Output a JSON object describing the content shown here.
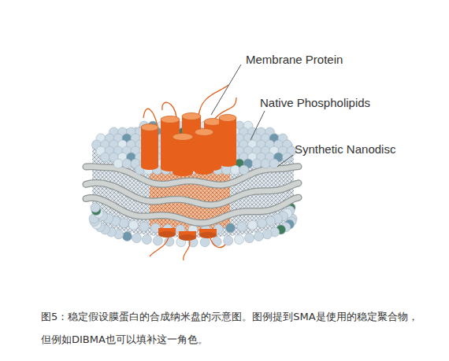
{
  "diagram": {
    "caption": "图5：稳定假设膜蛋白的合成纳米盘的示意图。图例提到SMA是使用的稳定聚合物，但例如DIBMA也可以填补这一角色。",
    "labels": [
      "Membrane Protein",
      "Native Phospholipids",
      "Synthetic Nanodisc"
    ]
  }
}
